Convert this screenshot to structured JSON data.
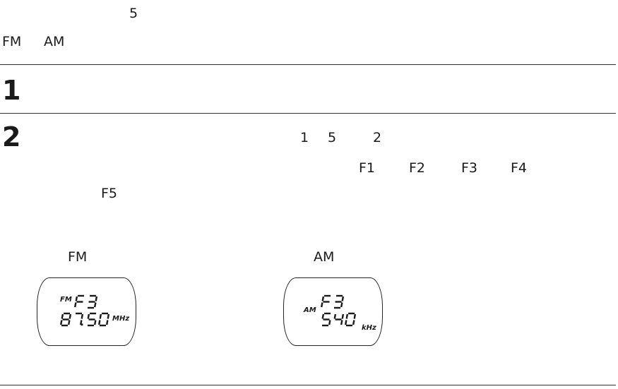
{
  "intro": {
    "line1_num": "5",
    "line2_fm": "FM",
    "line2_am": "AM"
  },
  "steps": [
    {
      "num": "1"
    },
    {
      "num": "2",
      "seq": [
        "1",
        "5",
        "2"
      ],
      "presets": [
        "F1",
        "F2",
        "F3",
        "F4",
        "F5"
      ]
    }
  ],
  "displays": {
    "fm": {
      "caption": "FM",
      "band": "FM",
      "preset": "F3",
      "freq": "87.50",
      "unit": "MHz"
    },
    "am": {
      "caption": "AM",
      "band": "AM",
      "preset": "F3",
      "freq": "540",
      "unit": "kHz"
    }
  },
  "colors": {
    "ink": "#1a1a1a",
    "rule": "#333333"
  }
}
